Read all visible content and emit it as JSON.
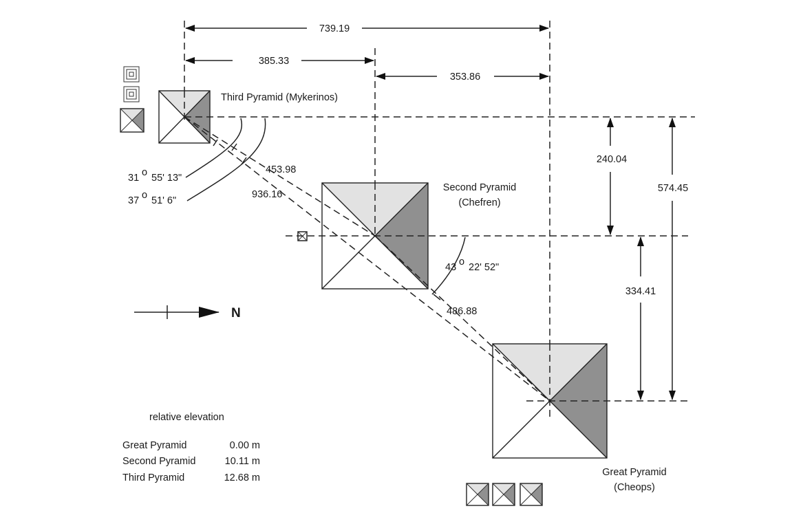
{
  "dimensions": {
    "mykerinos_to_cheops_x": "739.19",
    "mykerinos_to_chefren_x": "385.33",
    "chefren_to_cheops_x": "353.86",
    "mykerinos_to_chefren_y": "240.04",
    "mykerinos_to_cheops_y": "574.45",
    "chefren_to_cheops_y": "334.41",
    "mykerinos_to_chefren_diag": "453.98",
    "mykerinos_to_cheops_diag": "936.16",
    "chefren_to_cheops_diag": "486.88"
  },
  "angles": {
    "angle_1": {
      "deg": "31",
      "min": "55' 13\""
    },
    "angle_2": {
      "deg": "37",
      "min": "51'  6\""
    },
    "angle_3": {
      "deg": "43",
      "min": "22' 52\""
    }
  },
  "pyramids": {
    "third": {
      "name": "Third Pyramid (Mykerinos)"
    },
    "second": {
      "name_line1": "Second Pyramid",
      "name_line2": "(Chefren)"
    },
    "great": {
      "name_line1": "Great Pyramid",
      "name_line2": "(Cheops)"
    }
  },
  "north_label": "N",
  "elevation": {
    "title": "relative elevation",
    "rows": [
      {
        "name": "Great Pyramid",
        "value": "0.00 m"
      },
      {
        "name": "Second Pyramid",
        "value": "10.11 m"
      },
      {
        "name": "Third Pyramid",
        "value": "12.68 m"
      }
    ]
  },
  "colors": {
    "light_face": "#e2e2e2",
    "dark_face": "#909090",
    "line": "#222222"
  }
}
